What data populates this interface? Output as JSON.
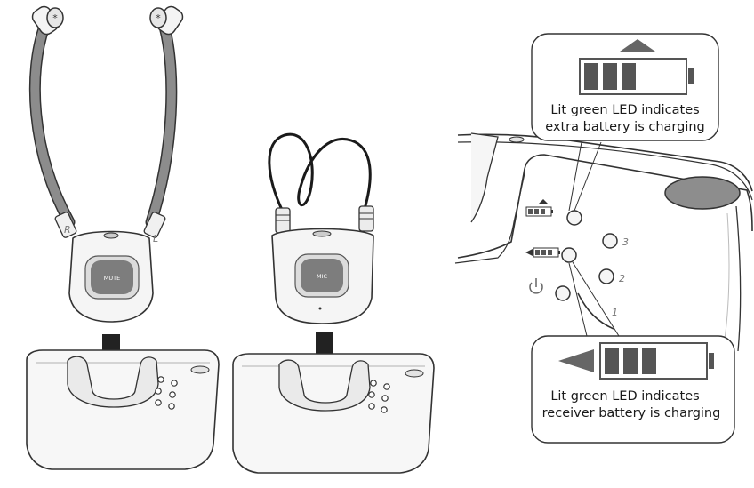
{
  "headset": {
    "button_label": "MUTE",
    "left_side_mark": "R",
    "right_side_mark": "L"
  },
  "mic_receiver": {
    "button_label": "MIC"
  },
  "charger_panel": {
    "button_numbers": [
      "3",
      "2",
      "1"
    ]
  },
  "callouts": {
    "top": {
      "line1": "Lit green LED indicates",
      "line2": "extra battery is charging"
    },
    "bottom": {
      "line1": "Lit green LED indicates",
      "line2": "receiver battery is charging"
    }
  },
  "colors": {
    "battery_fill": "#5a5a5a",
    "outline": "#3a3a3a",
    "band_gray": "#8a8a8a",
    "button_gray": "#7d7d7d"
  }
}
